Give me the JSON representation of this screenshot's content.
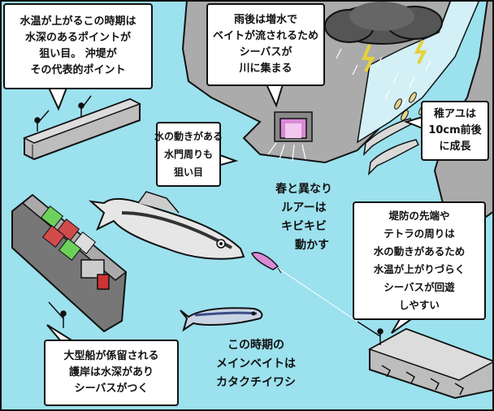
{
  "accent_colors": {
    "water": "#9ce1ee",
    "land": "#ababab",
    "bubble": "#ffffff",
    "outline": "#111111",
    "gate": "#d98ad6"
  },
  "callouts": {
    "summer_points": {
      "lines": [
        "水温が上がるこの時期は",
        "水深のあるポイントが",
        "狙い目。 沖堤が",
        "その代表的ポイント"
      ]
    },
    "after_rain": {
      "lines": [
        "雨後は増水で",
        "ベイトが流されるため",
        "シーバスが",
        "川に集まる"
      ]
    },
    "sluice_gate": {
      "lines": [
        "水の動きがある",
        "水門周りも",
        "狙い目"
      ]
    },
    "ayu": {
      "lines": [
        "稚アユは",
        "10cm前後",
        "に成長"
      ]
    },
    "jetty_tip": {
      "lines": [
        "堤防の先端や",
        "テトラの周りは",
        "水の動きがあるため",
        "水温が上がりづらく",
        "シーバスが回遊",
        "しやすい"
      ]
    },
    "big_ship": {
      "lines": [
        "大型船が係留される",
        "護岸は水深があり",
        "シーバスがつく"
      ]
    }
  },
  "labels": {
    "lure_action": {
      "lines": [
        "春と異なり",
        "ルアーは",
        "キビキビ",
        "動かす"
      ]
    },
    "main_bait": {
      "lines": [
        "この時期の",
        "メインベイトは",
        "カタクチイワシ"
      ]
    }
  }
}
